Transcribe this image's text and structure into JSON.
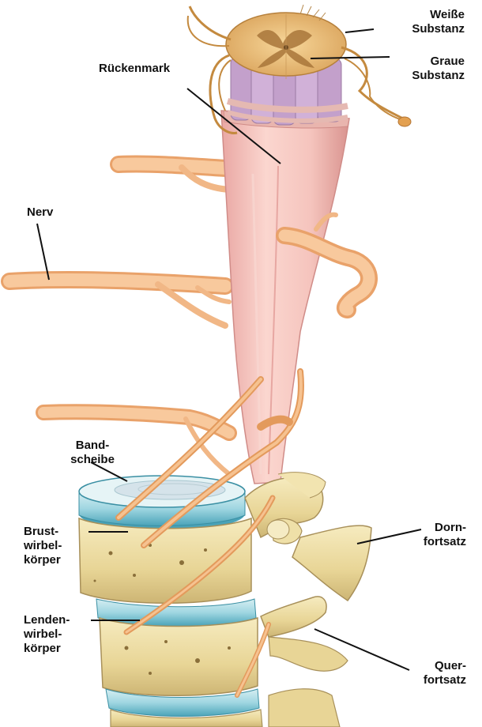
{
  "labels": {
    "weisse_substanz": [
      "Weiße",
      "Substanz"
    ],
    "graue_substanz": [
      "Graue",
      "Substanz"
    ],
    "rueckenmark": [
      "Rückenmark"
    ],
    "nerv": [
      "Nerv"
    ],
    "bandscheibe": [
      "Band-",
      "scheibe"
    ],
    "brustwirbelkoerper": [
      "Brust-",
      "wirbel-",
      "körper"
    ],
    "lendenwirbelkoerper": [
      "Lenden-",
      "wirbel-",
      "körper"
    ],
    "dornfortsatz": [
      "Dorn-",
      "fortsatz"
    ],
    "querfortsatz": [
      "Quer-",
      "fortsatz"
    ]
  },
  "colors": {
    "cord": "#f4c2bc",
    "nerve": "#f2b37e",
    "grey_matter_columns": "#c7a6cf",
    "cord_section": "#e8bd78",
    "white_matter_fibers": "#c48a3f",
    "vertebra_bone": "#efe0a8",
    "disc": "#7cc6d6",
    "leader_line": "#111111"
  }
}
